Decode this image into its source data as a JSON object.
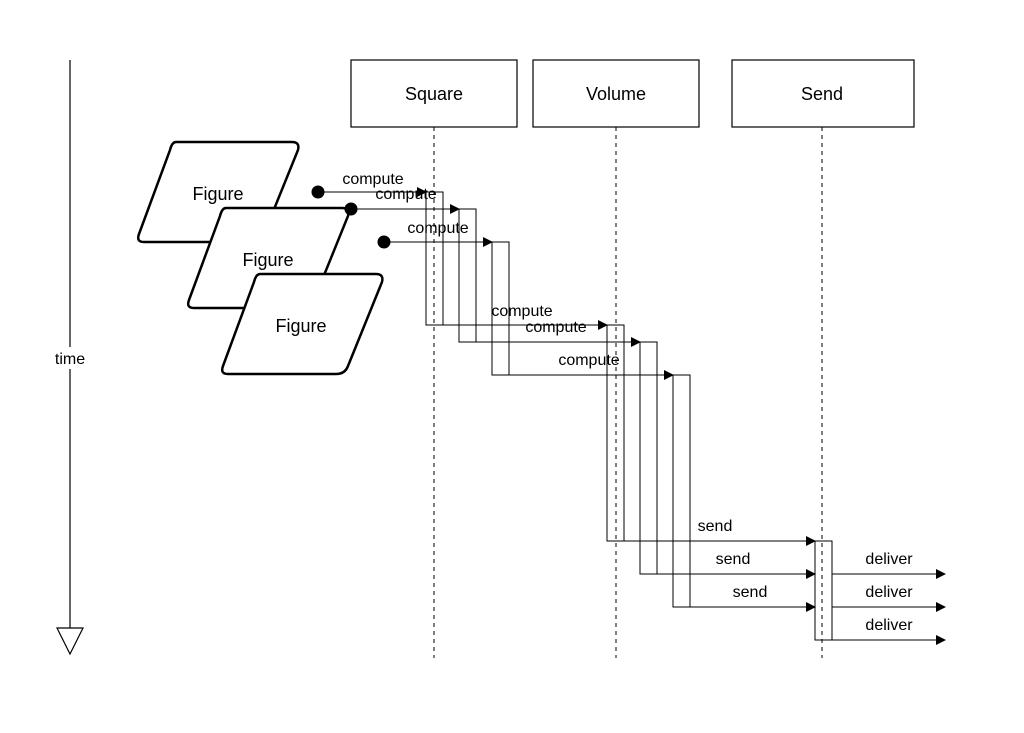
{
  "time_axis": {
    "label": "time"
  },
  "lifelines": [
    {
      "id": "square",
      "label": "Square"
    },
    {
      "id": "volume",
      "label": "Volume"
    },
    {
      "id": "send",
      "label": "Send"
    }
  ],
  "figures": [
    {
      "label": "Figure"
    },
    {
      "label": "Figure"
    },
    {
      "label": "Figure"
    }
  ],
  "messages": {
    "figure_to_square": [
      "compute",
      "compute",
      "compute"
    ],
    "square_to_volume": [
      "compute",
      "compute",
      "compute"
    ],
    "volume_to_send": [
      "send",
      "send",
      "send"
    ],
    "send_out": [
      "deliver",
      "deliver",
      "deliver"
    ]
  }
}
